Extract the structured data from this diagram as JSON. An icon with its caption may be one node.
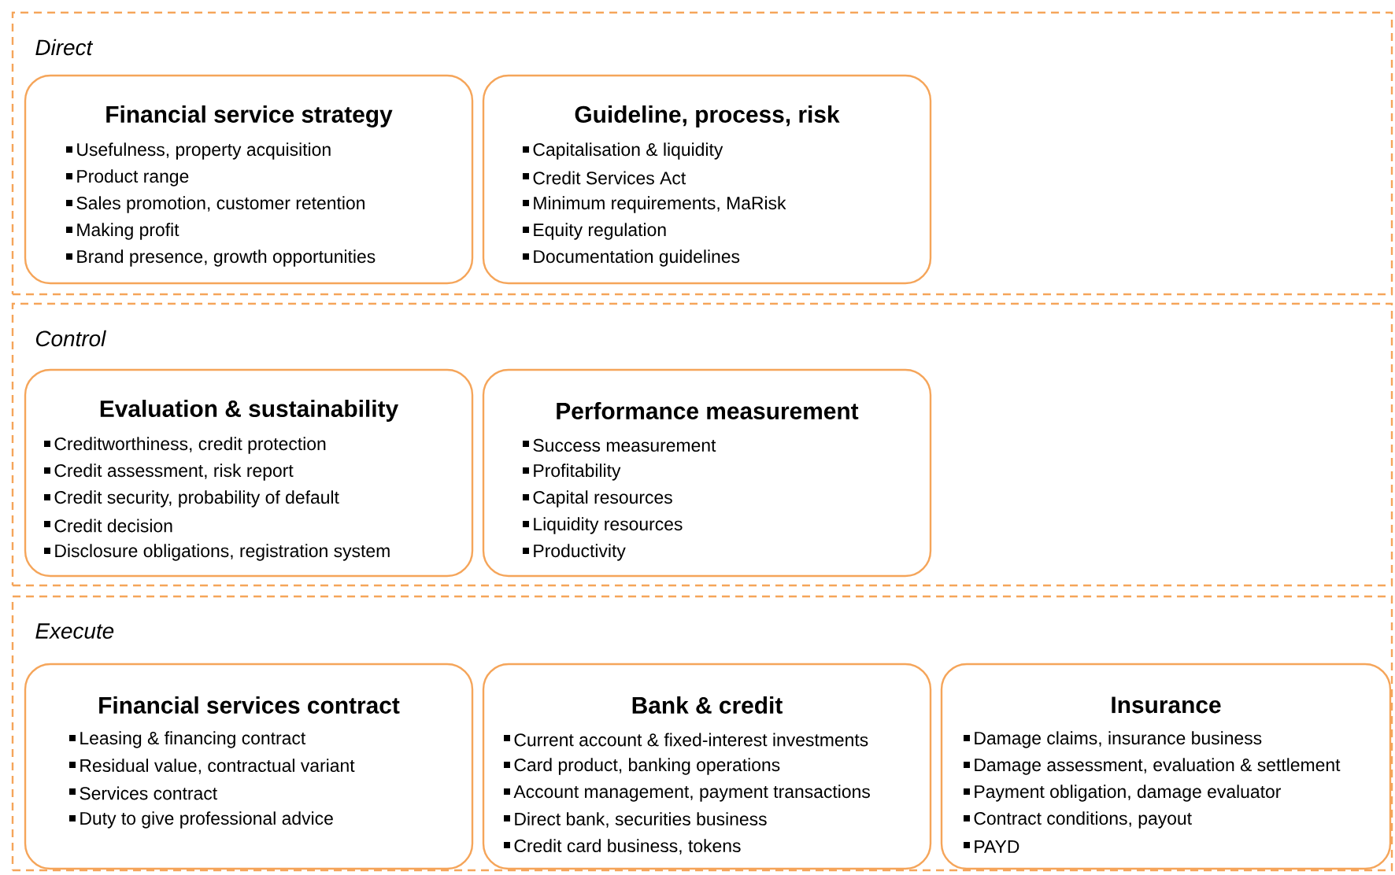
{
  "diagram": {
    "nodes": [
      {
        "text": [
          "Direct"
        ]
      },
      {
        "text": [
          "Financial service strategy",
          "Usefulness, property acquisition",
          "Product range",
          "Sales promotion, customer retention",
          "Making profit",
          "Brand presence, growth opportunities"
        ],
        "in": 0
      },
      {
        "text": [
          "Guideline, process, risk",
          "Capitalisation & liquidity",
          "Credit Services Act",
          "Minimum requirements, MaRisk",
          "Equity regulation",
          "Documentation guidelines"
        ],
        "in": 0
      },
      {
        "text": [
          "Control"
        ]
      },
      {
        "text": [
          "Evaluation & sustainability",
          "Creditworthiness, credit protection",
          "Credit assessment, risk report",
          "Credit security, probability of default",
          "Credit decision",
          "Disclosure obligations, registration system"
        ],
        "in": 3
      },
      {
        "text": [
          "Performance measurement",
          "Success measurement",
          "Profitability",
          "Capital resources",
          "Liquidity resources",
          "Productivity"
        ],
        "in": 3
      },
      {
        "text": [
          "Execute"
        ]
      },
      {
        "text": [
          "Financial services contract",
          "Leasing & financing contract",
          "Residual value, contractual variant",
          "Services contract",
          "Duty to give professional advice"
        ],
        "in": 6
      },
      {
        "text": [
          "Bank & credit",
          "Current account & fixed-interest investments",
          "Card product, banking operations",
          "Account management, payment transactions",
          "Direct bank, securities business",
          "Credit card business, tokens"
        ],
        "in": 6
      },
      {
        "text": [
          "Insurance",
          "Damage claims, insurance business",
          "Damage assessment, evaluation & settlement",
          "Payment obligation, damage evaluator",
          "Contract conditions, payout",
          "PAYD"
        ],
        "in": 6
      }
    ]
  }
}
